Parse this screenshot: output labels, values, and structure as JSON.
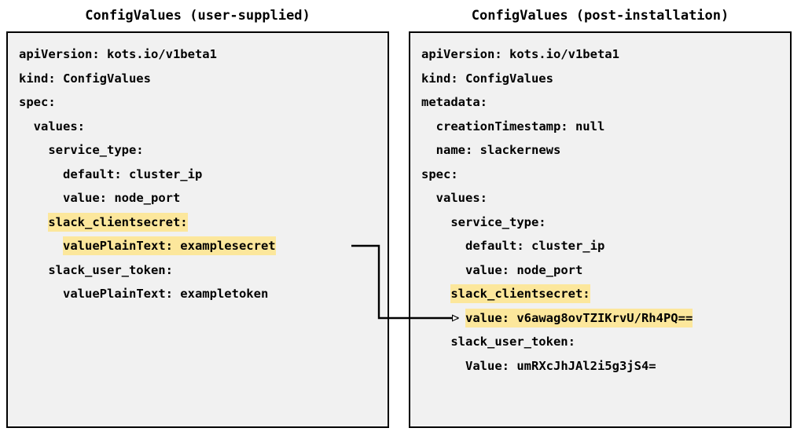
{
  "panels": [
    {
      "id": "user-supplied",
      "title": "ConfigValues (user-supplied)",
      "lines": [
        {
          "text": "apiVersion: kots.io/v1beta1",
          "highlight": false
        },
        {
          "text": "kind: ConfigValues",
          "highlight": false
        },
        {
          "text": "spec:",
          "highlight": false
        },
        {
          "text": "  values:",
          "highlight": false
        },
        {
          "text": "    service_type:",
          "highlight": false
        },
        {
          "text": "      default: cluster_ip",
          "highlight": false
        },
        {
          "text": "      value: node_port",
          "highlight": false
        },
        {
          "text": "    slack_clientsecret:",
          "highlight": true
        },
        {
          "text": "      valuePlainText: examplesecret",
          "highlight": true
        },
        {
          "text": "    slack_user_token:",
          "highlight": false
        },
        {
          "text": "      valuePlainText: exampletoken",
          "highlight": false
        }
      ]
    },
    {
      "id": "post-installation",
      "title": "ConfigValues (post-installation)",
      "lines": [
        {
          "text": "apiVersion: kots.io/v1beta1",
          "highlight": false
        },
        {
          "text": "kind: ConfigValues",
          "highlight": false
        },
        {
          "text": "metadata:",
          "highlight": false
        },
        {
          "text": "  creationTimestamp: null",
          "highlight": false
        },
        {
          "text": "  name: slackernews",
          "highlight": false
        },
        {
          "text": "spec:",
          "highlight": false
        },
        {
          "text": "  values:",
          "highlight": false
        },
        {
          "text": "    service_type:",
          "highlight": false
        },
        {
          "text": "      default: cluster_ip",
          "highlight": false
        },
        {
          "text": "      value: node_port",
          "highlight": false
        },
        {
          "text": "    slack_clientsecret:",
          "highlight": true
        },
        {
          "text": "      value: v6awag8ovTZIKrvU/Rh4PQ==",
          "highlight": true
        },
        {
          "text": "    slack_user_token:",
          "highlight": false
        },
        {
          "text": "      Value: umRXcJhJAl2i5g3jS4=",
          "highlight": false
        }
      ]
    }
  ],
  "connector": {
    "label": "",
    "from_panel": "user-supplied",
    "from_line_index": 8,
    "to_panel": "post-installation",
    "to_line_index": 11
  },
  "colors": {
    "highlight": "#fce79c",
    "panel_background": "#f1f1f1",
    "border": "#000000",
    "text": "#000000",
    "page_background": "#ffffff"
  }
}
